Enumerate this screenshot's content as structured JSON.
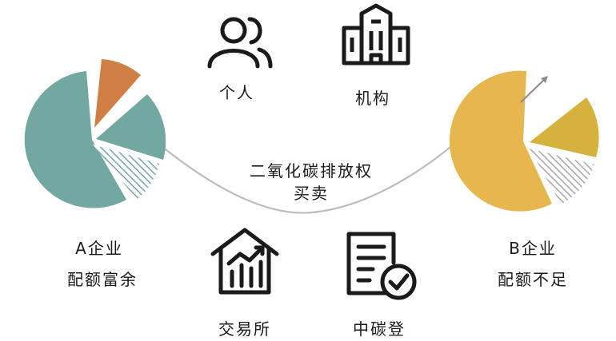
{
  "actors": {
    "individual": {
      "label": "个人",
      "icon": "person-group-icon"
    },
    "institution": {
      "label": "机构",
      "icon": "building-icon"
    },
    "exchange": {
      "label": "交易所",
      "icon": "exchange-chart-icon"
    },
    "registry": {
      "label": "中碳登",
      "icon": "registry-document-icon"
    }
  },
  "flow": {
    "line1": "二氧化碳排放权",
    "line2": "买卖"
  },
  "company_a": {
    "name": "A企业",
    "status": "配额富余",
    "colors": {
      "main": "#73a7a2",
      "accent": "#cf7e44",
      "hatch": "#73a7a2"
    }
  },
  "company_b": {
    "name": "B企业",
    "status": "配额不足",
    "colors": {
      "main": "#e7b74f",
      "accent": "#d5b23d",
      "hatch": "#b0b0b0"
    }
  }
}
